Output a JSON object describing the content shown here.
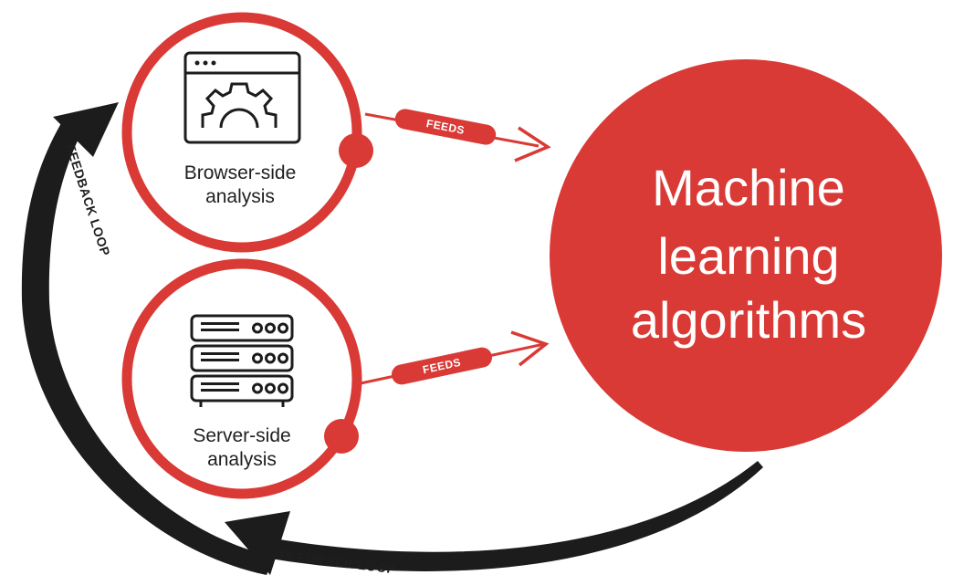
{
  "colors": {
    "red": "#d93a35",
    "black": "#1c1c1c",
    "white": "#ffffff"
  },
  "nodes": {
    "browser": {
      "label_line1": "Browser-side",
      "label_line2": "analysis",
      "icon": "browser-gear-icon"
    },
    "server": {
      "label_line1": "Server-side",
      "label_line2": "analysis",
      "icon": "server-rack-icon"
    },
    "ml": {
      "line1": "Machine",
      "line2": "learning",
      "line3": "algorithms"
    }
  },
  "arrows": {
    "feeds_top": "FEEDS",
    "feeds_bottom": "FEEDS",
    "feedback_left": "FEEDBACK LOOP",
    "feedback_bottom": "FEEDBACK LOOP"
  }
}
